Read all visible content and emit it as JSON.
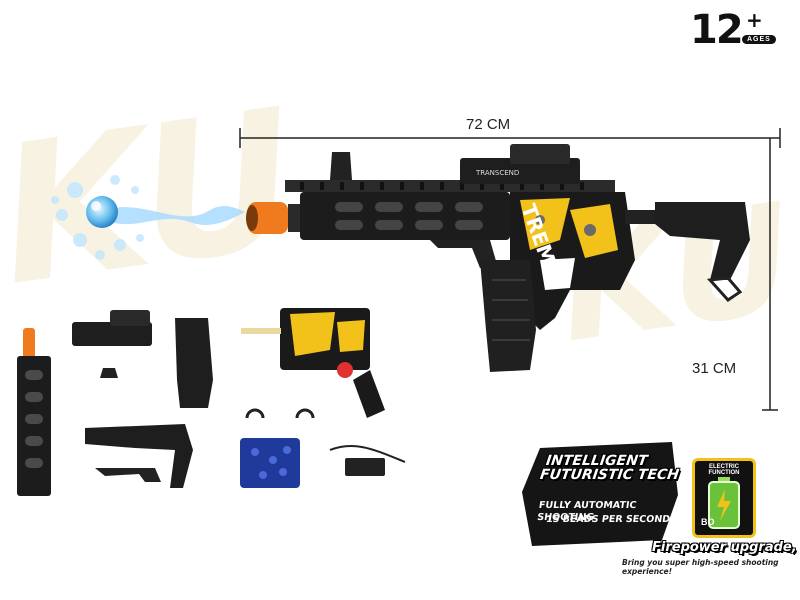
{
  "watermark": {
    "text": "KU"
  },
  "age_badge": {
    "number": "12",
    "plus": "+",
    "label": "AGES"
  },
  "dimensions": {
    "length": "72 CM",
    "height": "31 CM"
  },
  "gun": {
    "wrap_text": "TREME",
    "scope_brand": "TRANSCEND",
    "wrap_colors": [
      "#111111",
      "#f2c21a",
      "#ffffff",
      "#6a6a6a"
    ],
    "muzzle_color": "#f07a1e"
  },
  "feature_badge": {
    "title_line1": "INTELLIGENT",
    "title_line2": "FUTURISTIC TECH",
    "line1": "FULLY AUTOMATIC SHOOTING",
    "line2": "15 BEADS PER SECOND"
  },
  "electric_badge": {
    "title": "ELECTRIC FUNCTION",
    "battery_label": "BO"
  },
  "firepower": {
    "title": "Firepower upgrade,",
    "subtitle": "Bring you super high-speed shooting experience!"
  }
}
